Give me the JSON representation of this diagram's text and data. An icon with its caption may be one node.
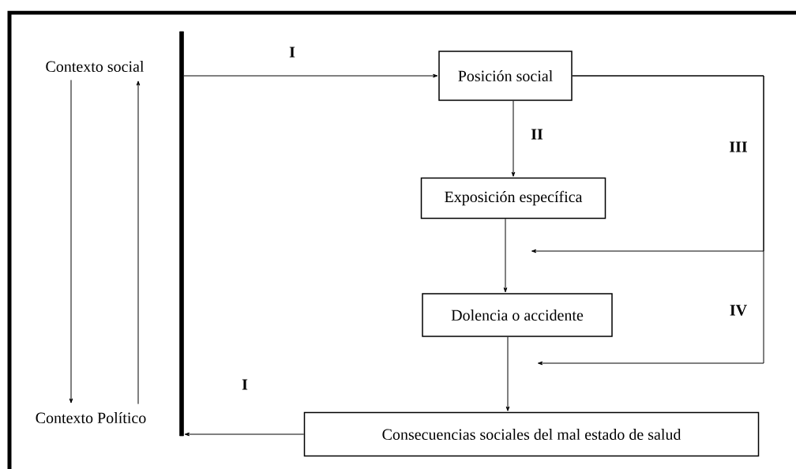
{
  "diagram": {
    "nodes": [
      {
        "text": [
          "Contexto social"
        ]
      },
      {
        "text": [
          "Contexto Político"
        ]
      },
      {
        "text": [],
        "shape": "bar"
      },
      {
        "text": [
          "Posición social"
        ]
      },
      {
        "text": [
          "Exposición específica"
        ]
      },
      {
        "text": [
          "Dolencia o accidente"
        ]
      },
      {
        "text": [
          "Consecuencias sociales del mal estado de salud"
        ]
      }
    ],
    "edges": [
      {
        "from": 0,
        "to": 1,
        "arrow": "to"
      },
      {
        "from": 1,
        "to": 0,
        "arrow": "to"
      },
      {
        "from": 2,
        "to": 3,
        "arrow": "to",
        "label": "I"
      },
      {
        "from": 3,
        "to": 4,
        "arrow": "to",
        "label": "II"
      },
      {
        "from": 4,
        "to": 5,
        "arrow": "to"
      },
      {
        "from": 5,
        "to": 6,
        "arrow": "to"
      },
      {
        "from": 6,
        "to": 2,
        "arrow": "to",
        "label": "I"
      },
      {
        "from": 3,
        "to": null,
        "arrow": "to",
        "label": "III"
      },
      {
        "from": 3,
        "to": null,
        "arrow": "to",
        "label": "IV"
      }
    ]
  }
}
